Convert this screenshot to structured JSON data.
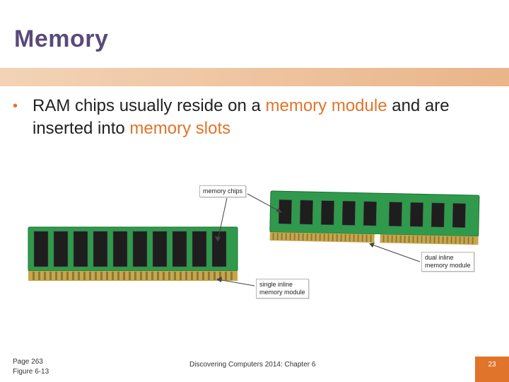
{
  "slide": {
    "title": "Memory",
    "bullet": {
      "part1": "RAM chips usually reside on a ",
      "hl1": "memory module",
      "part2": " and are inserted into ",
      "hl2": "memory slots"
    },
    "figure": {
      "callouts": {
        "memory_chips": "memory chips",
        "dual_line1": "dual inline",
        "dual_line2": "memory module",
        "single_line1": "single inline",
        "single_line2": "memory module"
      }
    },
    "footer": {
      "page_ref": "Page 263",
      "figure_ref": "Figure 6-13",
      "book": "Discovering Computers 2014: Chapter 6",
      "slide_number": "23"
    }
  },
  "colors": {
    "title": "#5a4a7a",
    "accent": "#e0742b",
    "pcb_green": "#2f9a4c",
    "chip_black": "#1e1e1e"
  }
}
